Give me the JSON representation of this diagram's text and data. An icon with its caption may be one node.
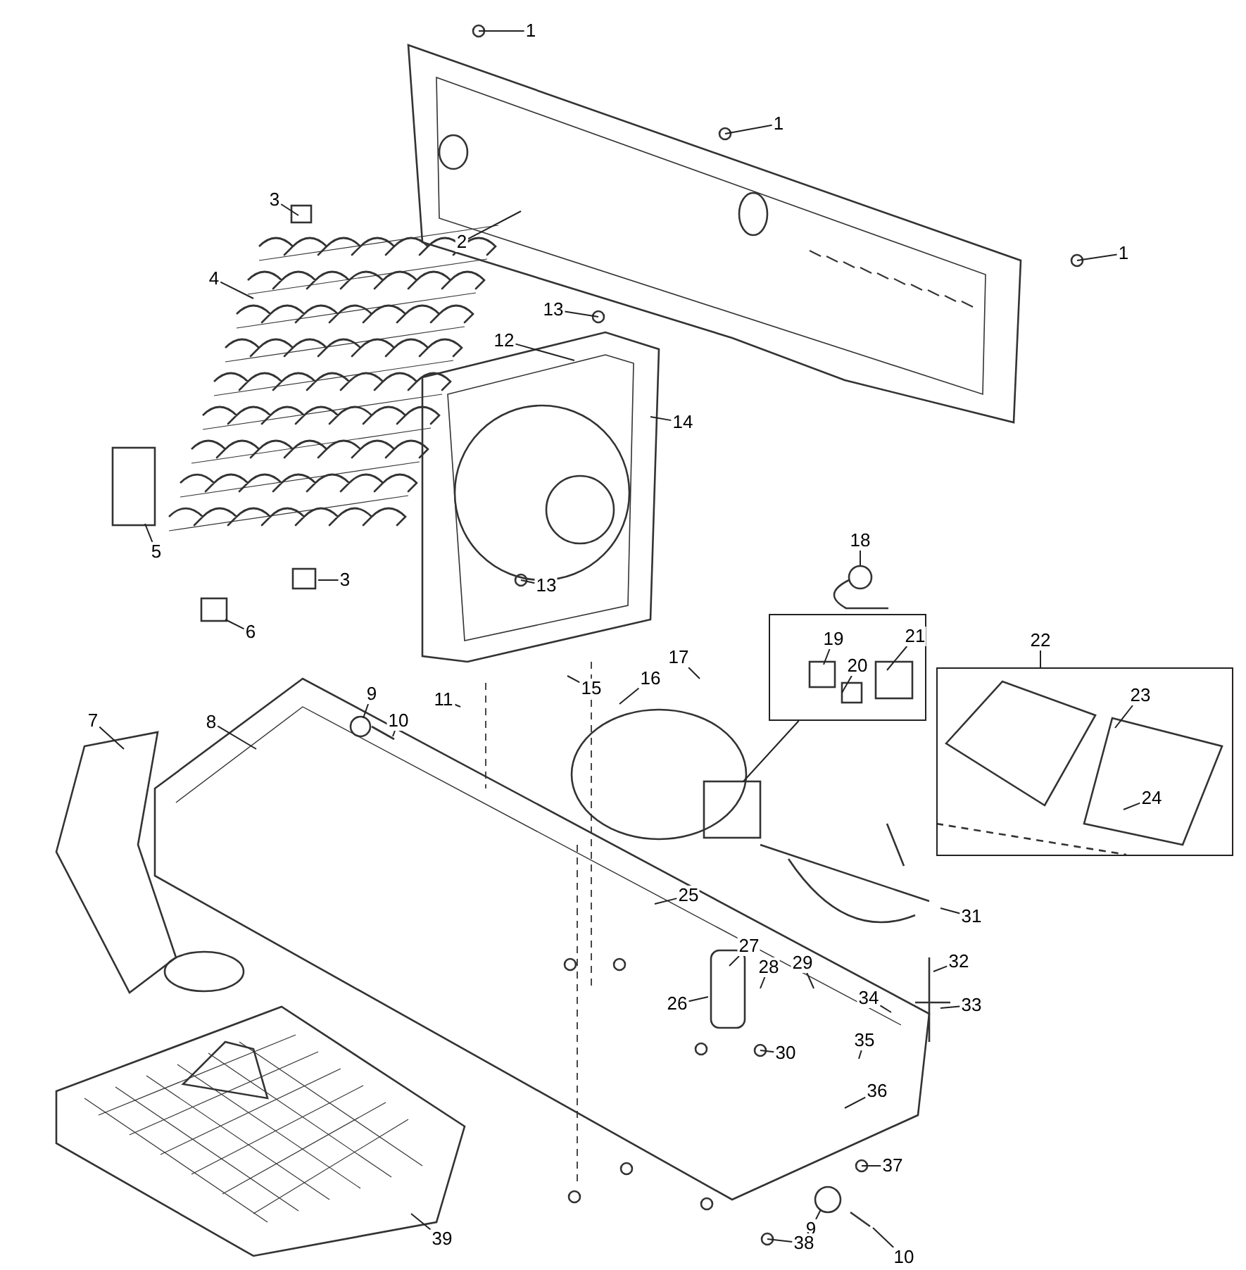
{
  "diagram": {
    "nodes": [
      {
        "text": [
          "1"
        ]
      },
      {
        "text": [
          "1"
        ]
      },
      {
        "text": [
          "2"
        ]
      },
      {
        "text": [
          "3"
        ]
      },
      {
        "text": [
          "1"
        ]
      },
      {
        "text": [
          "4"
        ]
      },
      {
        "text": [
          "13"
        ]
      },
      {
        "text": [
          "12"
        ]
      },
      {
        "text": [
          "14"
        ]
      },
      {
        "text": [
          "18"
        ]
      },
      {
        "text": [
          "5"
        ]
      },
      {
        "text": [
          "3"
        ]
      },
      {
        "text": [
          "13"
        ]
      },
      {
        "text": [],
        "shape": "box"
      },
      {
        "text": [
          "19"
        ],
        "in": 13
      },
      {
        "text": [
          "21"
        ],
        "in": 13
      },
      {
        "text": [
          "20"
        ],
        "in": 13
      },
      {
        "text": [
          "6"
        ]
      },
      {
        "text": [
          "22"
        ]
      },
      {
        "text": [],
        "shape": "box"
      },
      {
        "text": [
          "17"
        ]
      },
      {
        "text": [
          "16"
        ]
      },
      {
        "text": [
          "15"
        ]
      },
      {
        "text": [
          "23"
        ],
        "in": 19
      },
      {
        "text": [
          "9"
        ]
      },
      {
        "text": [
          "11"
        ]
      },
      {
        "text": [
          "7"
        ]
      },
      {
        "text": [
          "8"
        ]
      },
      {
        "text": [
          "10"
        ]
      },
      {
        "text": [
          "24"
        ],
        "in": 19
      },
      {
        "text": [
          "25"
        ]
      },
      {
        "text": [
          "31"
        ]
      },
      {
        "text": [
          "27"
        ]
      },
      {
        "text": [
          "29"
        ]
      },
      {
        "text": [
          "32"
        ]
      },
      {
        "text": [
          "28"
        ]
      },
      {
        "text": [
          "34"
        ]
      },
      {
        "text": [
          "26"
        ]
      },
      {
        "text": [
          "33"
        ]
      },
      {
        "text": [
          "35"
        ]
      },
      {
        "text": [
          "30"
        ]
      },
      {
        "text": [
          "36"
        ]
      },
      {
        "text": [
          "37"
        ]
      },
      {
        "text": [
          "9"
        ]
      },
      {
        "text": [
          "39"
        ]
      },
      {
        "text": [
          "38"
        ]
      },
      {
        "text": [
          "10"
        ]
      }
    ],
    "edges": [
      {
        "from": 0,
        "to": null,
        "arrow": "none"
      },
      {
        "from": 1,
        "to": null,
        "arrow": "none"
      },
      {
        "from": 2,
        "to": null,
        "arrow": "none"
      },
      {
        "from": 3,
        "to": null,
        "arrow": "none"
      },
      {
        "from": 4,
        "to": null,
        "arrow": "none"
      },
      {
        "from": 5,
        "to": null,
        "arrow": "none"
      },
      {
        "from": 6,
        "to": null,
        "arrow": "none"
      },
      {
        "from": 7,
        "to": null,
        "arrow": "none"
      },
      {
        "from": 8,
        "to": null,
        "arrow": "none"
      },
      {
        "from": 9,
        "to": null,
        "arrow": "none"
      },
      {
        "from": 10,
        "to": null,
        "arrow": "none"
      },
      {
        "from": 11,
        "to": null,
        "arrow": "none"
      },
      {
        "from": 12,
        "to": null,
        "arrow": "none"
      },
      {
        "from": 13,
        "to": null,
        "arrow": "none"
      },
      {
        "from": 14,
        "to": null,
        "arrow": "none"
      },
      {
        "from": 15,
        "to": null,
        "arrow": "none"
      },
      {
        "from": 16,
        "to": null,
        "arrow": "none"
      },
      {
        "from": 17,
        "to": null,
        "arrow": "none"
      },
      {
        "from": 18,
        "to": 19,
        "arrow": "none"
      },
      {
        "from": 20,
        "to": null,
        "arrow": "none"
      },
      {
        "from": 21,
        "to": null,
        "arrow": "none"
      },
      {
        "from": 22,
        "to": null,
        "arrow": "none"
      },
      {
        "from": 23,
        "to": null,
        "arrow": "none"
      },
      {
        "from": 24,
        "to": null,
        "arrow": "none"
      },
      {
        "from": 25,
        "to": null,
        "arrow": "none"
      },
      {
        "from": 26,
        "to": null,
        "arrow": "none"
      },
      {
        "from": 27,
        "to": null,
        "arrow": "none"
      },
      {
        "from": 28,
        "to": null,
        "arrow": "none"
      },
      {
        "from": 29,
        "to": null,
        "arrow": "none"
      },
      {
        "from": 30,
        "to": null,
        "arrow": "none"
      },
      {
        "from": 31,
        "to": null,
        "arrow": "none"
      },
      {
        "from": 32,
        "to": null,
        "arrow": "none"
      },
      {
        "from": 33,
        "to": null,
        "arrow": "none"
      },
      {
        "from": 34,
        "to": null,
        "arrow": "none"
      },
      {
        "from": 35,
        "to": null,
        "arrow": "none"
      },
      {
        "from": 36,
        "to": null,
        "arrow": "none"
      },
      {
        "from": 37,
        "to": null,
        "arrow": "none"
      },
      {
        "from": 38,
        "to": null,
        "arrow": "none"
      },
      {
        "from": 39,
        "to": null,
        "arrow": "none"
      },
      {
        "from": 40,
        "to": null,
        "arrow": "none"
      },
      {
        "from": 41,
        "to": null,
        "arrow": "none"
      },
      {
        "from": 42,
        "to": null,
        "arrow": "none"
      },
      {
        "from": 43,
        "to": null,
        "arrow": "none"
      },
      {
        "from": 44,
        "to": null,
        "arrow": "none"
      },
      {
        "from": 45,
        "to": null,
        "arrow": "none"
      },
      {
        "from": 46,
        "to": null,
        "arrow": "none"
      }
    ]
  }
}
